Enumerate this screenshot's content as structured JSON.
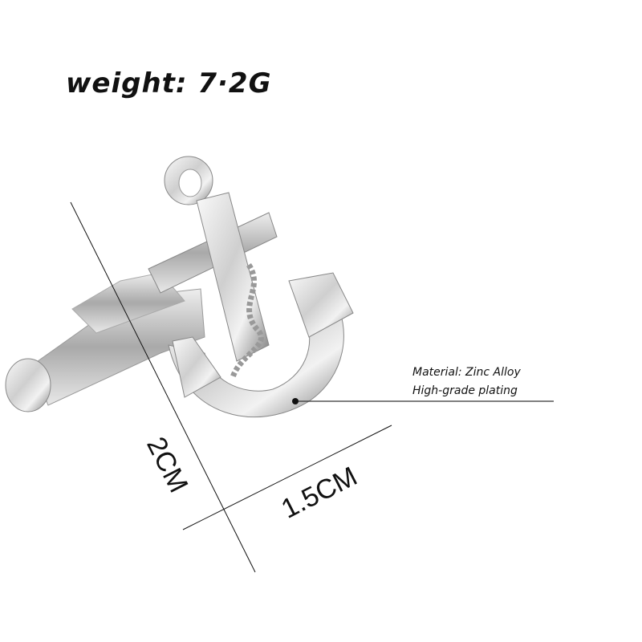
{
  "weight_label": "weight: 7·2G",
  "material": {
    "line1": "Material: Zinc Alloy",
    "line2": "High-grade plating"
  },
  "dimensions": {
    "height": "2CM",
    "width": "1.5CM"
  },
  "colors": {
    "metal_light": "#f4f4f4",
    "metal_dark": "#7c7c7c",
    "line": "#111111"
  }
}
